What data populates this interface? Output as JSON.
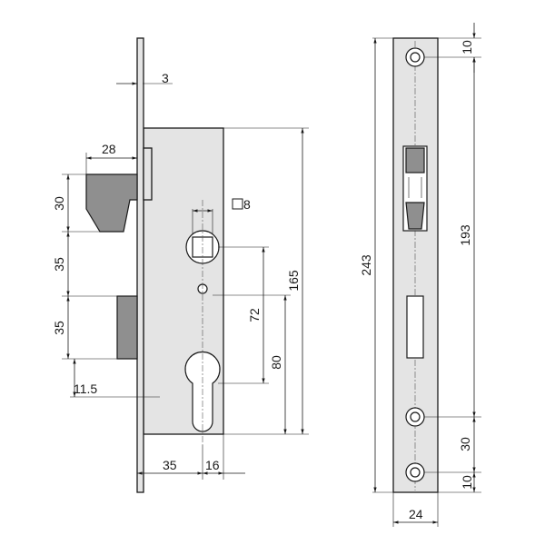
{
  "diagram": {
    "front_view": {
      "dim_faceplate_thickness": "3",
      "dim_latch_width": "28",
      "dim_latch_height": "30",
      "dim_latch_to_bolt": "35",
      "dim_bolt_height": "35",
      "dim_bolt_offset": "11.5",
      "dim_spindle_square": "8",
      "dim_spindle_to_cylinder": "72",
      "dim_spindle_to_body_bottom": "80",
      "dim_body_height": "165",
      "dim_backset": "35",
      "dim_cylinder_to_body_edge": "16"
    },
    "side_view": {
      "dim_total_height": "243",
      "dim_screw_spacing": "193",
      "dim_top_screw_offset": "10",
      "dim_lower_screw_spacing": "30",
      "dim_bottom_screw_offset": "10",
      "dim_faceplate_width": "24"
    }
  }
}
